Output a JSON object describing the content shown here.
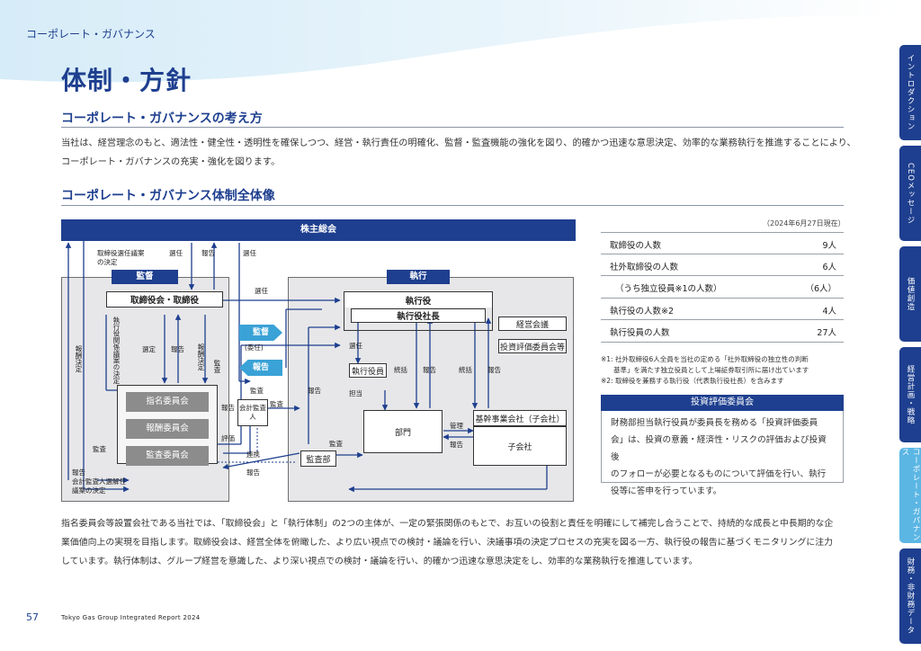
{
  "section_label": "コーポレート・ガバナンス",
  "page_title": "体制・方針",
  "h2_1": "コーポレート・ガバナンスの考え方",
  "para1": [
    "当社は、経営理念のもと、適法性・健全性・透明性を確保しつつ、経営・執行責任の明確化、監督・監査機能の強化を図り、的確かつ迅速な意思決定、効率的な業務執行を推進することにより、",
    "コーポレート・ガバナンスの充実・強化を図ります。"
  ],
  "h2_2": "コーポレート・ガバナンス体制全体像",
  "diagram": {
    "banner": "株主総会",
    "supervision_tag": "監督",
    "execution_tag": "執行",
    "board": "取締役会・取締役",
    "nomination_committee": "指名委員会",
    "compensation_committee": "報酬委員会",
    "audit_committee": "監査委員会",
    "auditor": "会計監査人",
    "executive_officers": "執行役",
    "president": "執行役社長",
    "management_meeting": "経営会議",
    "investment_committee_box": "投資評価委員会等",
    "exec_officer_staff": "執行役員",
    "departments": "部門",
    "core_companies": "基幹事業会社（子会社）",
    "subsidiaries": "子会社",
    "audit_dept": "監査部",
    "arrow_supervise": "監督",
    "arrow_delegate": "(委任)",
    "arrow_report": "報告",
    "labels": {
      "director_proposal": "取締役選任議案",
      "director_proposal2": "の決定",
      "select1": "選任",
      "report1": "報告",
      "select2": "選任",
      "select3": "選任",
      "comp_decision": "報酬決定",
      "officer_comp": "執行役関係議案の決定",
      "select4": "選定",
      "report2": "報告",
      "comp_decision2": "報酬決定",
      "audit1": "監査",
      "audit2": "監査",
      "audit3": "監査",
      "report3": "報告",
      "report4": "報告",
      "evaluation": "評価",
      "audit4": "監査",
      "cooperation": "連携",
      "report5": "報告",
      "select5": "選任",
      "supervise_label": "統括",
      "report6": "報告",
      "supervise2": "統括",
      "report7": "報告",
      "charge": "担当",
      "management": "管理",
      "report8": "報告",
      "audit5": "監査",
      "report9": "報告",
      "bottom1": "報告",
      "bottom2": "会計監査人選解任",
      "bottom3": "議案の決定",
      "audit6": "監査"
    }
  },
  "as_of": "（2024年6月27日現在）",
  "stats": [
    {
      "label": "取締役の人数",
      "value": "9人"
    },
    {
      "label": "社外取締役の人数",
      "value": "6人"
    },
    {
      "label": "（うち独立役員※1の人数）",
      "value": "（6人）"
    },
    {
      "label": "執行役の人数※2",
      "value": "4人"
    },
    {
      "label": "執行役員の人数",
      "value": "27人"
    }
  ],
  "notes": [
    "※1: 社外取締役6人全員を当社の定める「社外取締役の独立性の判断",
    "基準」を満たす独立役員として上場証券取引所に届け出ています",
    "※2: 取締役を兼務する執行役（代表執行役社長）を含みます"
  ],
  "invest_head": "投資評価委員会",
  "invest_body": [
    "財務部担当執行役員が委員長を務める「投資評価委員",
    "会」は、投資の意義・経済性・リスクの評価および投資後",
    "のフォローが必要となるものについて評価を行い、執行",
    "役等に答申を行っています。"
  ],
  "para2": [
    "指名委員会等設置会社である当社では、「取締役会」と「執行体制」の2つの主体が、一定の緊張関係のもとで、お互いの役割と責任を明確にして補完し合うことで、持続的な成長と中長期的な企",
    "業価値向上の実現を目指します。取締役会は、経営全体を俯瞰した、より広い視点での検討・議論を行い、決議事項の決定プロセスの充実を図る一方、執行役の報告に基づくモニタリングに注力",
    "しています。執行体制は、グループ経営を意識した、より深い視点での検討・議論を行い、的確かつ迅速な意思決定をし、効率的な業務執行を推進しています。"
  ],
  "side_tabs": [
    {
      "label": "イントロダクション",
      "active": false
    },
    {
      "label": "CEOメッセージ",
      "active": false
    },
    {
      "label": "価値創造",
      "active": false
    },
    {
      "label": "経営計画・戦略",
      "active": false
    },
    {
      "label": "コーポレート・ガバナンス",
      "active": true
    },
    {
      "label": "財務・非財務データ",
      "active": false
    }
  ],
  "page_number": "57",
  "report_name": "Tokyo Gas Group Integrated Report 2024",
  "colors": {
    "brand": "#1e3f8f",
    "accent": "#5bb6e4",
    "panel": "#e7e7e9"
  }
}
